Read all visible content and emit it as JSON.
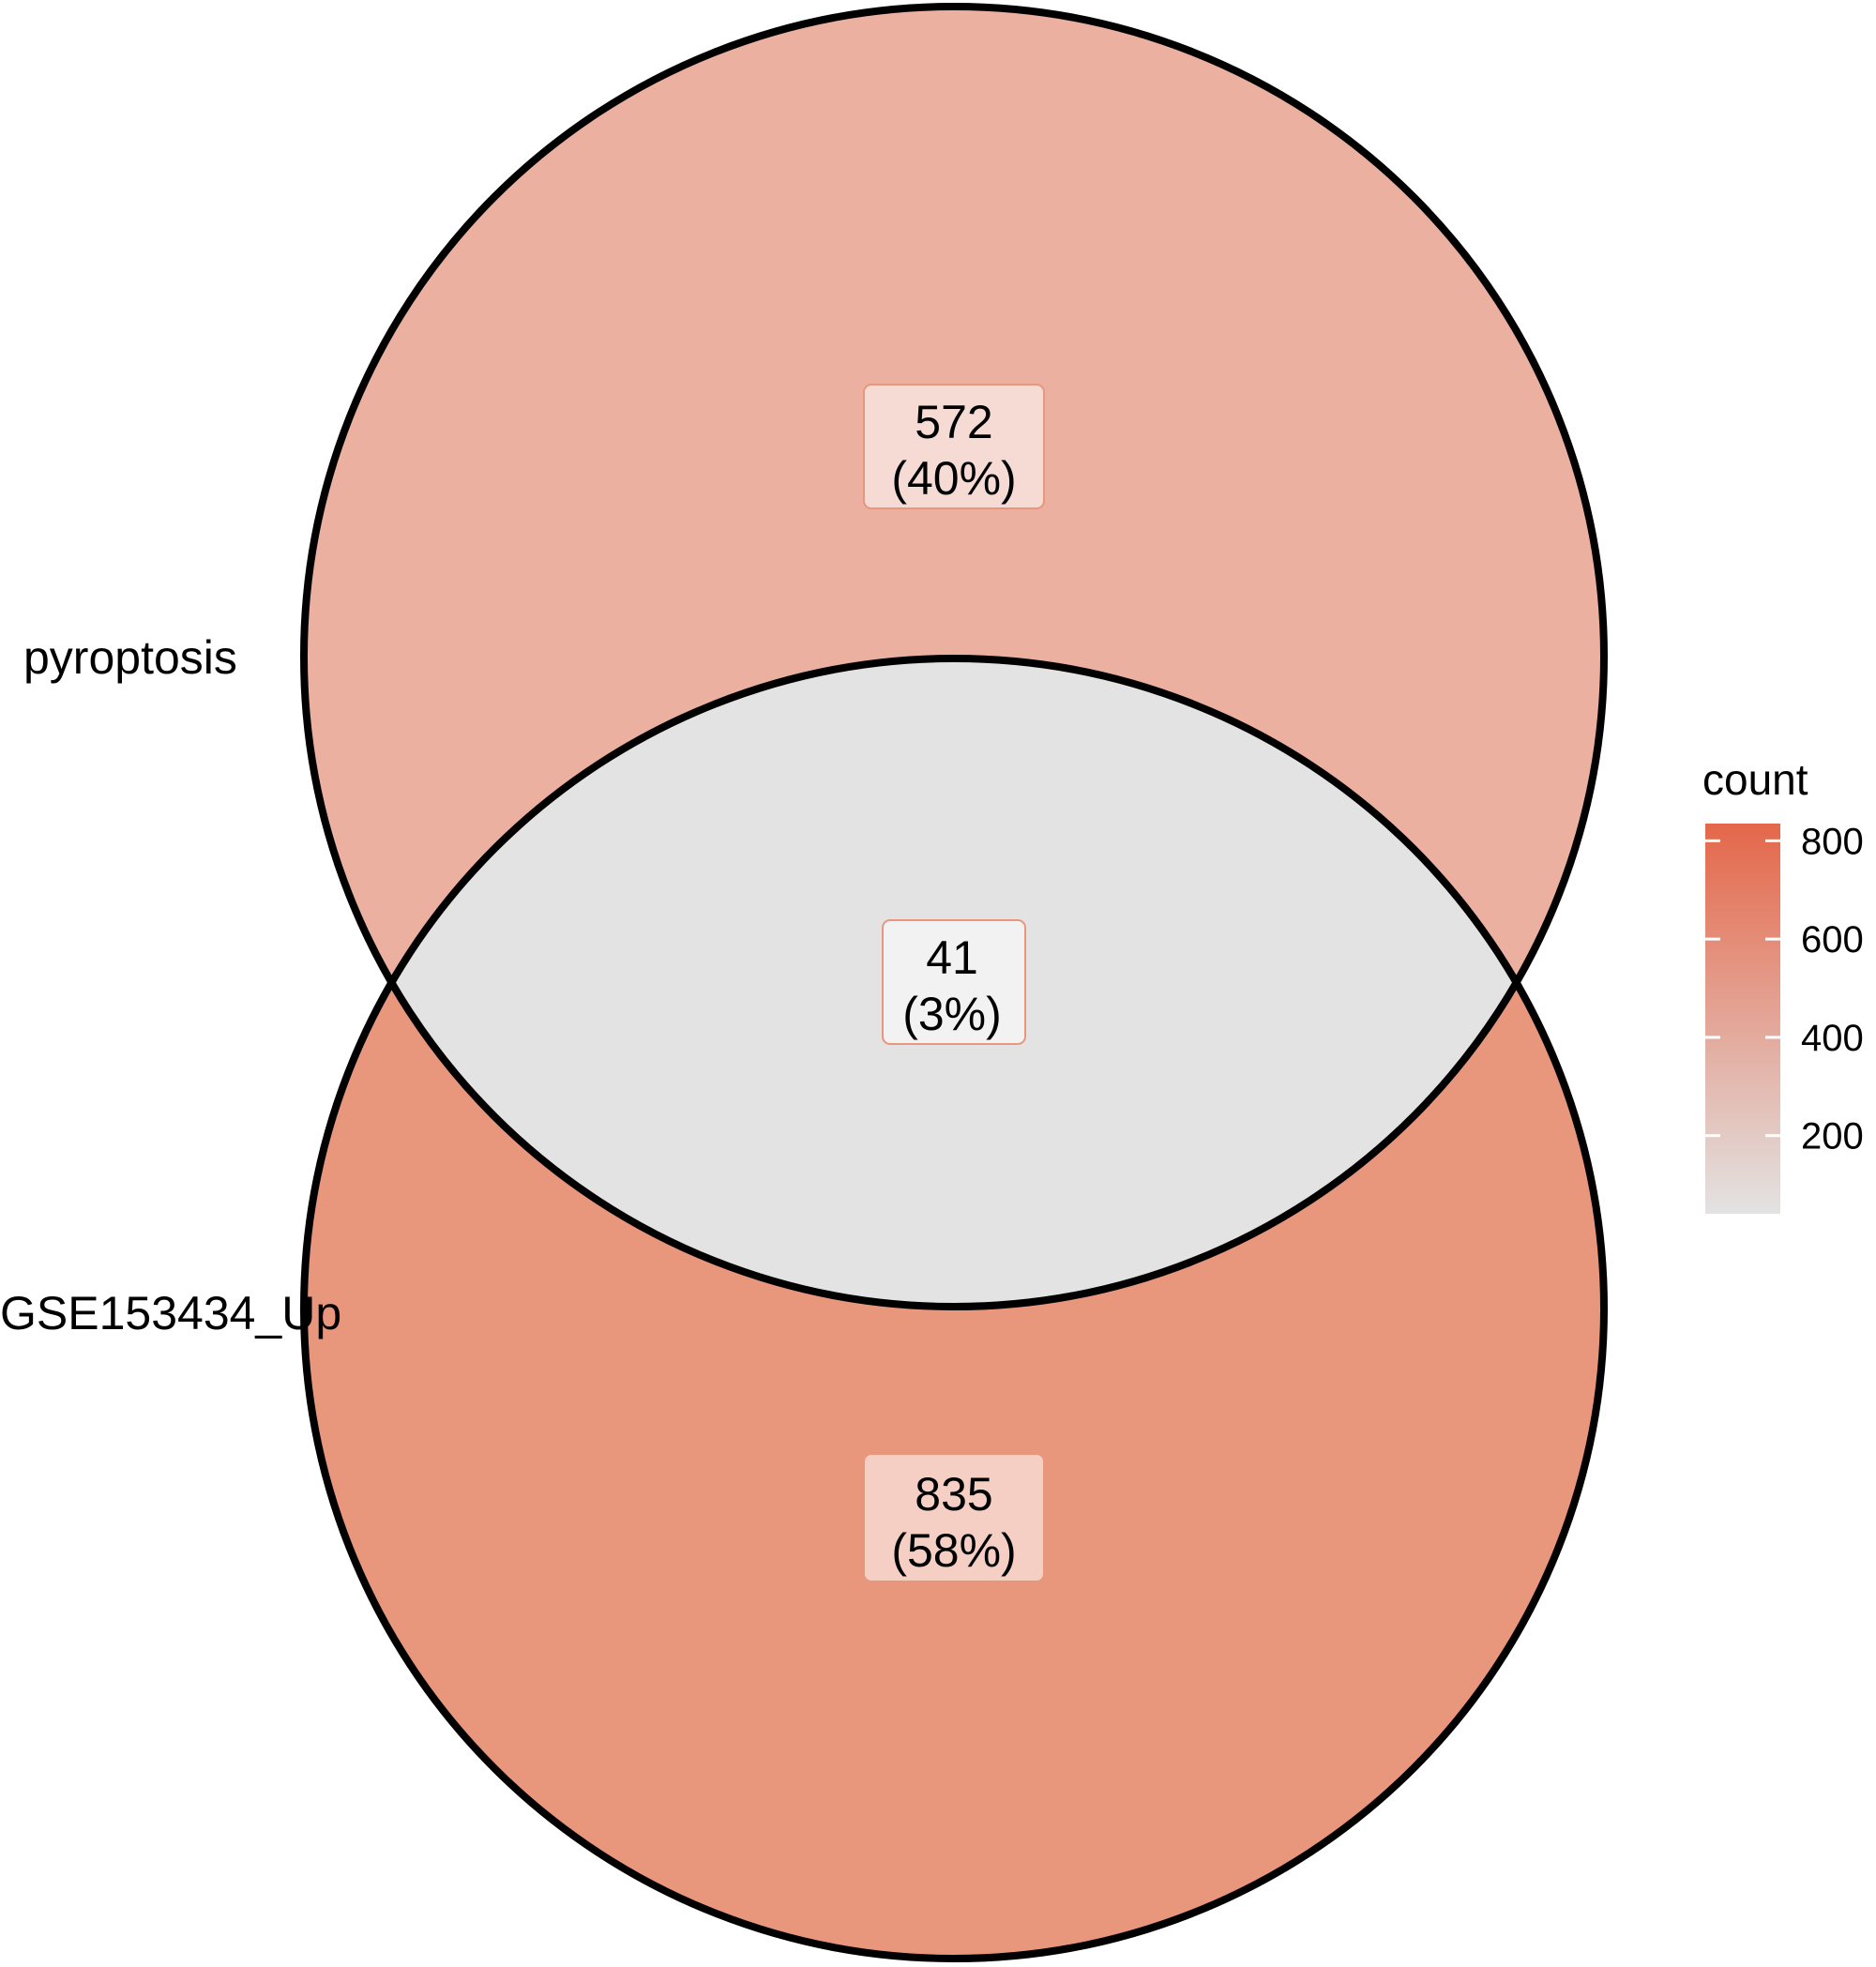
{
  "sets": [
    {
      "name": "pyroptosis"
    },
    {
      "name": "GSE153434_Up"
    }
  ],
  "regions": [
    {
      "id": "only_pyroptosis",
      "count": "572",
      "percent": "(40%)",
      "value": 572,
      "fill": "#EBB09F"
    },
    {
      "id": "intersection",
      "count": "41",
      "percent": "(3%)",
      "value": 41,
      "fill": "#E3E3E3"
    },
    {
      "id": "only_gse",
      "count": "835",
      "percent": "(58%)",
      "value": 835,
      "fill": "#E8967C"
    }
  ],
  "legend": {
    "title": "count",
    "ticks": [
      {
        "label": "800",
        "value": 800
      },
      {
        "label": "600",
        "value": 600
      },
      {
        "label": "400",
        "value": 400
      },
      {
        "label": "200",
        "value": 200
      }
    ],
    "range": [
      41,
      835
    ],
    "color_low": "#E3E3E3",
    "color_high": "#E4674A"
  },
  "colors": {
    "outline": "#000000",
    "label_box_fill": "#FFFFFF",
    "label_box_opacity": 0.55
  }
}
